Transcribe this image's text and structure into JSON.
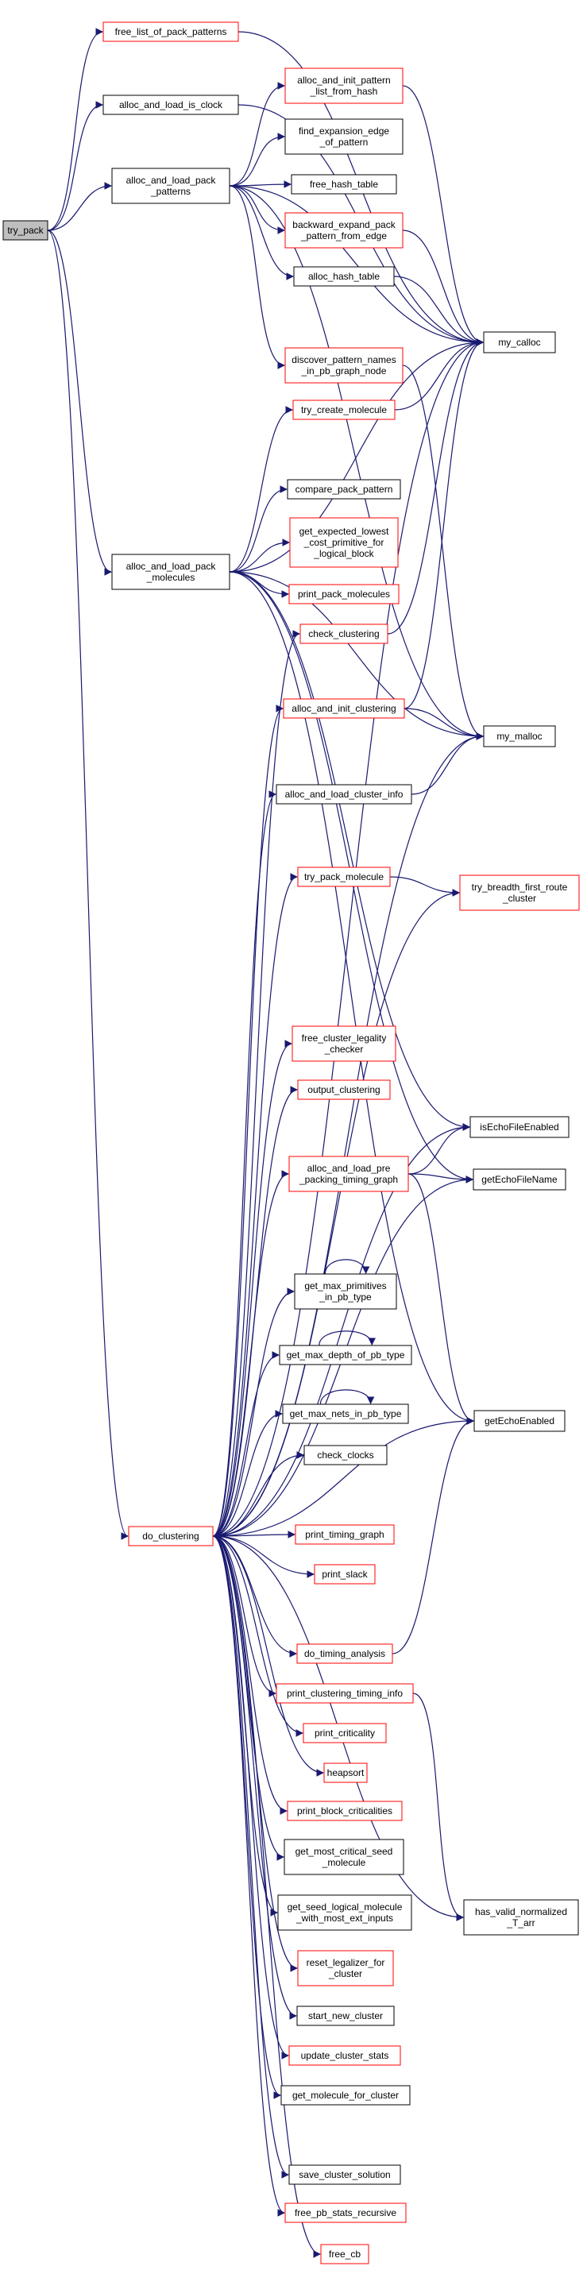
{
  "colors": {
    "edge": "#191970",
    "linked_border": "#ff0000",
    "plain_border": "#000000",
    "root_fill": "#bfbfbf"
  },
  "nodes": [
    {
      "id": "try_pack",
      "lines": [
        "try_pack"
      ],
      "style": "root"
    },
    {
      "id": "free_list_of_pack_patterns",
      "lines": [
        "free_list_of_pack_patterns"
      ],
      "style": "red"
    },
    {
      "id": "alloc_and_load_is_clock",
      "lines": [
        "alloc_and_load_is_clock"
      ],
      "style": "black"
    },
    {
      "id": "alloc_and_load_pack_patterns",
      "lines": [
        "alloc_and_load_pack",
        "_patterns"
      ],
      "style": "black"
    },
    {
      "id": "alloc_and_init_pattern_list_from_hash",
      "lines": [
        "alloc_and_init_pattern",
        "_list_from_hash"
      ],
      "style": "red"
    },
    {
      "id": "find_expansion_edge_of_pattern",
      "lines": [
        "find_expansion_edge",
        "_of_pattern"
      ],
      "style": "black"
    },
    {
      "id": "free_hash_table",
      "lines": [
        "free_hash_table"
      ],
      "style": "black"
    },
    {
      "id": "backward_expand_pack_pattern_from_edge",
      "lines": [
        "backward_expand_pack",
        "_pattern_from_edge"
      ],
      "style": "red"
    },
    {
      "id": "alloc_hash_table",
      "lines": [
        "alloc_hash_table"
      ],
      "style": "black"
    },
    {
      "id": "my_calloc",
      "lines": [
        "my_calloc"
      ],
      "style": "black"
    },
    {
      "id": "discover_pattern_names_in_pb_graph_node",
      "lines": [
        "discover_pattern_names",
        "_in_pb_graph_node"
      ],
      "style": "red"
    },
    {
      "id": "try_create_molecule",
      "lines": [
        "try_create_molecule"
      ],
      "style": "red"
    },
    {
      "id": "compare_pack_pattern",
      "lines": [
        "compare_pack_pattern"
      ],
      "style": "black"
    },
    {
      "id": "get_expected_lowest_cost_primitive_for_logical_block",
      "lines": [
        "get_expected_lowest",
        "_cost_primitive_for",
        "_logical_block"
      ],
      "style": "red"
    },
    {
      "id": "alloc_and_load_pack_molecules",
      "lines": [
        "alloc_and_load_pack",
        "_molecules"
      ],
      "style": "black"
    },
    {
      "id": "print_pack_molecules",
      "lines": [
        "print_pack_molecules"
      ],
      "style": "red"
    },
    {
      "id": "check_clustering",
      "lines": [
        "check_clustering"
      ],
      "style": "red"
    },
    {
      "id": "alloc_and_init_clustering",
      "lines": [
        "alloc_and_init_clustering"
      ],
      "style": "red"
    },
    {
      "id": "my_malloc",
      "lines": [
        "my_malloc"
      ],
      "style": "black"
    },
    {
      "id": "alloc_and_load_cluster_info",
      "lines": [
        "alloc_and_load_cluster_info"
      ],
      "style": "black"
    },
    {
      "id": "try_pack_molecule",
      "lines": [
        "try_pack_molecule"
      ],
      "style": "red"
    },
    {
      "id": "try_breadth_first_route_cluster",
      "lines": [
        "try_breadth_first_route",
        "_cluster"
      ],
      "style": "red"
    },
    {
      "id": "free_cluster_legality_checker",
      "lines": [
        "free_cluster_legality",
        "_checker"
      ],
      "style": "red"
    },
    {
      "id": "output_clustering",
      "lines": [
        "output_clustering"
      ],
      "style": "red"
    },
    {
      "id": "isEchoFileEnabled",
      "lines": [
        "isEchoFileEnabled"
      ],
      "style": "black"
    },
    {
      "id": "alloc_and_load_pre_packing_timing_graph",
      "lines": [
        "alloc_and_load_pre",
        "_packing_timing_graph"
      ],
      "style": "red"
    },
    {
      "id": "getEchoFileName",
      "lines": [
        "getEchoFileName"
      ],
      "style": "black"
    },
    {
      "id": "get_max_primitives_in_pb_type",
      "lines": [
        "get_max_primitives",
        "_in_pb_type"
      ],
      "style": "black"
    },
    {
      "id": "get_max_depth_of_pb_type",
      "lines": [
        "get_max_depth_of_pb_type"
      ],
      "style": "black"
    },
    {
      "id": "get_max_nets_in_pb_type",
      "lines": [
        "get_max_nets_in_pb_type"
      ],
      "style": "black"
    },
    {
      "id": "getEchoEnabled",
      "lines": [
        "getEchoEnabled"
      ],
      "style": "black"
    },
    {
      "id": "check_clocks",
      "lines": [
        "check_clocks"
      ],
      "style": "black"
    },
    {
      "id": "do_clustering",
      "lines": [
        "do_clustering"
      ],
      "style": "red"
    },
    {
      "id": "print_timing_graph",
      "lines": [
        "print_timing_graph"
      ],
      "style": "red"
    },
    {
      "id": "print_slack",
      "lines": [
        "print_slack"
      ],
      "style": "red"
    },
    {
      "id": "do_timing_analysis",
      "lines": [
        "do_timing_analysis"
      ],
      "style": "red"
    },
    {
      "id": "print_clustering_timing_info",
      "lines": [
        "print_clustering_timing_info"
      ],
      "style": "red"
    },
    {
      "id": "print_criticality",
      "lines": [
        "print_criticality"
      ],
      "style": "red"
    },
    {
      "id": "heapsort",
      "lines": [
        "heapsort"
      ],
      "style": "red"
    },
    {
      "id": "print_block_criticalities",
      "lines": [
        "print_block_criticalities"
      ],
      "style": "red"
    },
    {
      "id": "get_most_critical_seed_molecule",
      "lines": [
        "get_most_critical_seed",
        "_molecule"
      ],
      "style": "black"
    },
    {
      "id": "get_seed_logical_molecule_with_most_ext_inputs",
      "lines": [
        "get_seed_logical_molecule",
        "_with_most_ext_inputs"
      ],
      "style": "black"
    },
    {
      "id": "has_valid_normalized_T_arr",
      "lines": [
        "has_valid_normalized",
        "_T_arr"
      ],
      "style": "black"
    },
    {
      "id": "reset_legalizer_for_cluster",
      "lines": [
        "reset_legalizer_for",
        "_cluster"
      ],
      "style": "red"
    },
    {
      "id": "start_new_cluster",
      "lines": [
        "start_new_cluster"
      ],
      "style": "black"
    },
    {
      "id": "update_cluster_stats",
      "lines": [
        "update_cluster_stats"
      ],
      "style": "red"
    },
    {
      "id": "get_molecule_for_cluster",
      "lines": [
        "get_molecule_for_cluster"
      ],
      "style": "black"
    },
    {
      "id": "save_cluster_solution",
      "lines": [
        "save_cluster_solution"
      ],
      "style": "black"
    },
    {
      "id": "free_pb_stats_recursive",
      "lines": [
        "free_pb_stats_recursive"
      ],
      "style": "red"
    },
    {
      "id": "free_cb",
      "lines": [
        "free_cb"
      ],
      "style": "red"
    }
  ],
  "edges": [
    [
      "try_pack",
      "free_list_of_pack_patterns"
    ],
    [
      "try_pack",
      "alloc_and_load_is_clock"
    ],
    [
      "try_pack",
      "alloc_and_load_pack_patterns"
    ],
    [
      "try_pack",
      "alloc_and_load_pack_molecules"
    ],
    [
      "try_pack",
      "do_clustering"
    ],
    [
      "free_list_of_pack_patterns",
      "my_calloc"
    ],
    [
      "alloc_and_load_is_clock",
      "my_calloc"
    ],
    [
      "alloc_and_load_pack_patterns",
      "alloc_and_init_pattern_list_from_hash"
    ],
    [
      "alloc_and_load_pack_patterns",
      "find_expansion_edge_of_pattern"
    ],
    [
      "alloc_and_load_pack_patterns",
      "free_hash_table"
    ],
    [
      "alloc_and_load_pack_patterns",
      "backward_expand_pack_pattern_from_edge"
    ],
    [
      "alloc_and_load_pack_patterns",
      "alloc_hash_table"
    ],
    [
      "alloc_and_load_pack_patterns",
      "discover_pattern_names_in_pb_graph_node"
    ],
    [
      "alloc_and_load_pack_patterns",
      "my_calloc"
    ],
    [
      "alloc_and_load_pack_patterns",
      "my_malloc"
    ],
    [
      "alloc_and_init_pattern_list_from_hash",
      "my_calloc"
    ],
    [
      "backward_expand_pack_pattern_from_edge",
      "my_calloc"
    ],
    [
      "alloc_hash_table",
      "my_calloc"
    ],
    [
      "discover_pattern_names_in_pb_graph_node",
      "my_malloc"
    ],
    [
      "alloc_and_load_pack_molecules",
      "try_create_molecule"
    ],
    [
      "alloc_and_load_pack_molecules",
      "compare_pack_pattern"
    ],
    [
      "alloc_and_load_pack_molecules",
      "get_expected_lowest_cost_primitive_for_logical_block"
    ],
    [
      "alloc_and_load_pack_molecules",
      "print_pack_molecules"
    ],
    [
      "alloc_and_load_pack_molecules",
      "my_calloc"
    ],
    [
      "alloc_and_load_pack_molecules",
      "my_malloc"
    ],
    [
      "alloc_and_load_pack_molecules",
      "isEchoFileEnabled"
    ],
    [
      "alloc_and_load_pack_molecules",
      "getEchoFileName"
    ],
    [
      "alloc_and_load_pack_molecules",
      "getEchoEnabled"
    ],
    [
      "try_create_molecule",
      "my_calloc"
    ],
    [
      "check_clustering",
      "my_calloc"
    ],
    [
      "alloc_and_init_clustering",
      "my_calloc"
    ],
    [
      "alloc_and_init_clustering",
      "my_malloc"
    ],
    [
      "alloc_and_load_cluster_info",
      "my_malloc"
    ],
    [
      "try_pack_molecule",
      "try_breadth_first_route_cluster"
    ],
    [
      "alloc_and_load_pre_packing_timing_graph",
      "isEchoFileEnabled"
    ],
    [
      "alloc_and_load_pre_packing_timing_graph",
      "getEchoFileName"
    ],
    [
      "alloc_and_load_pre_packing_timing_graph",
      "getEchoEnabled"
    ],
    [
      "get_max_primitives_in_pb_type",
      "get_max_primitives_in_pb_type"
    ],
    [
      "get_max_depth_of_pb_type",
      "get_max_depth_of_pb_type"
    ],
    [
      "get_max_nets_in_pb_type",
      "get_max_nets_in_pb_type"
    ],
    [
      "do_clustering",
      "check_clustering"
    ],
    [
      "do_clustering",
      "alloc_and_init_clustering"
    ],
    [
      "do_clustering",
      "alloc_and_load_cluster_info"
    ],
    [
      "do_clustering",
      "try_pack_molecule"
    ],
    [
      "do_clustering",
      "try_breadth_first_route_cluster"
    ],
    [
      "do_clustering",
      "free_cluster_legality_checker"
    ],
    [
      "do_clustering",
      "output_clustering"
    ],
    [
      "do_clustering",
      "isEchoFileEnabled"
    ],
    [
      "do_clustering",
      "alloc_and_load_pre_packing_timing_graph"
    ],
    [
      "do_clustering",
      "getEchoFileName"
    ],
    [
      "do_clustering",
      "get_max_primitives_in_pb_type"
    ],
    [
      "do_clustering",
      "get_max_depth_of_pb_type"
    ],
    [
      "do_clustering",
      "get_max_nets_in_pb_type"
    ],
    [
      "do_clustering",
      "check_clocks"
    ],
    [
      "do_clustering",
      "getEchoEnabled"
    ],
    [
      "do_clustering",
      "print_timing_graph"
    ],
    [
      "do_clustering",
      "print_slack"
    ],
    [
      "do_clustering",
      "do_timing_analysis"
    ],
    [
      "do_clustering",
      "print_clustering_timing_info"
    ],
    [
      "do_clustering",
      "print_criticality"
    ],
    [
      "do_clustering",
      "heapsort"
    ],
    [
      "do_clustering",
      "print_block_criticalities"
    ],
    [
      "do_clustering",
      "get_most_critical_seed_molecule"
    ],
    [
      "do_clustering",
      "get_seed_logical_molecule_with_most_ext_inputs"
    ],
    [
      "do_clustering",
      "reset_legalizer_for_cluster"
    ],
    [
      "do_clustering",
      "start_new_cluster"
    ],
    [
      "do_clustering",
      "update_cluster_stats"
    ],
    [
      "do_clustering",
      "get_molecule_for_cluster"
    ],
    [
      "do_clustering",
      "has_valid_normalized_T_arr"
    ],
    [
      "do_clustering",
      "save_cluster_solution"
    ],
    [
      "do_clustering",
      "free_pb_stats_recursive"
    ],
    [
      "do_clustering",
      "free_cb"
    ],
    [
      "do_clustering",
      "my_calloc"
    ],
    [
      "do_clustering",
      "my_malloc"
    ],
    [
      "do_timing_analysis",
      "getEchoEnabled"
    ],
    [
      "print_clustering_timing_info",
      "has_valid_normalized_T_arr"
    ]
  ]
}
